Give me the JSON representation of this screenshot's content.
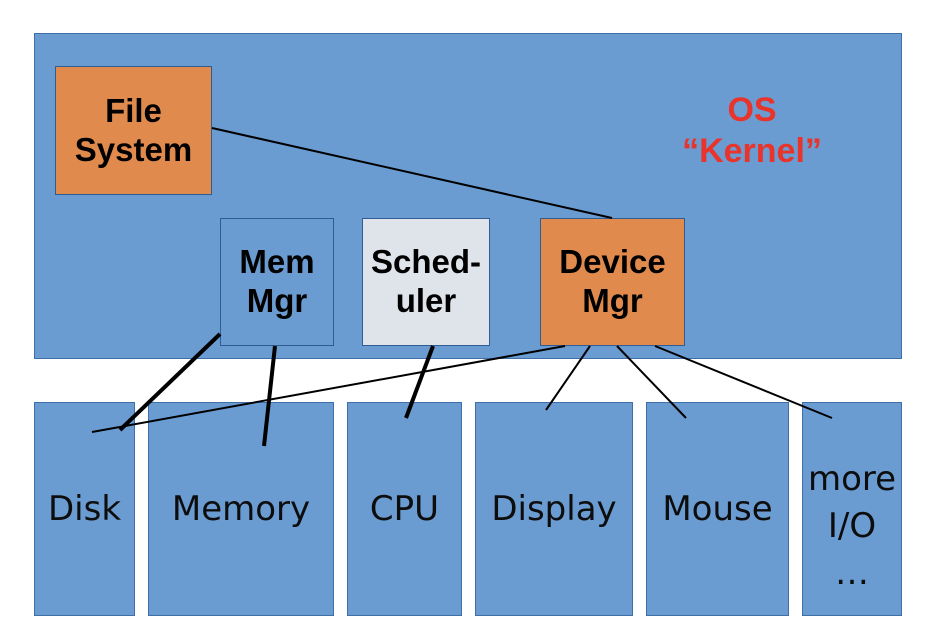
{
  "kernel": {
    "label": "OS\n“Kernel”",
    "label_color": "#e8342a",
    "components": {
      "file_system": "File\nSystem",
      "mem_mgr": "Mem\nMgr",
      "scheduler": "Sched-\nuler",
      "device_mgr": "Device\nMgr"
    }
  },
  "hardware": {
    "disk": "Disk",
    "memory": "Memory",
    "cpu": "CPU",
    "display": "Display",
    "mouse": "Mouse",
    "more_io": "more\nI/O\n…"
  },
  "colors": {
    "background_blue": "#6a9bd1",
    "orange": "#e08a4e",
    "grey": "#dfe3ea",
    "text": "#000000"
  }
}
